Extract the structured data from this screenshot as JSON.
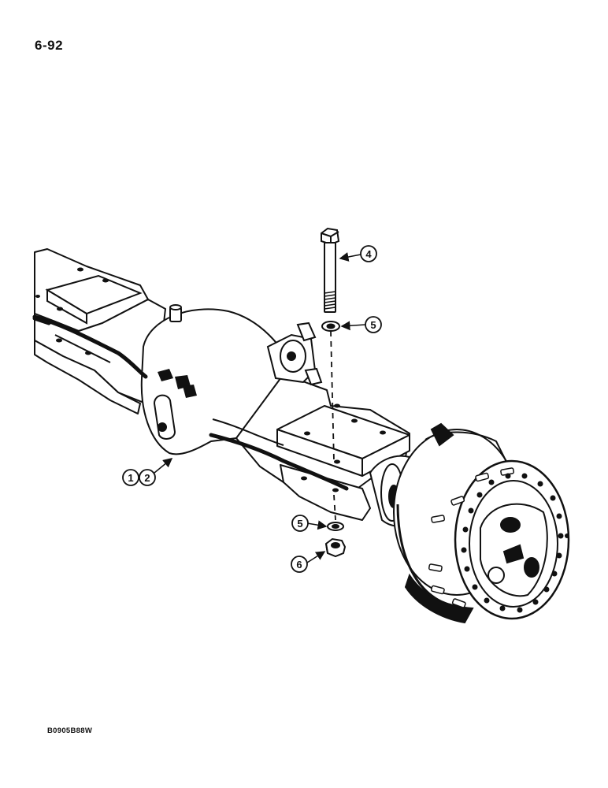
{
  "page_number": "6-92",
  "figure_code": "B0905B88W",
  "callouts": [
    {
      "id": "1",
      "label": "1"
    },
    {
      "id": "2",
      "label": "2"
    },
    {
      "id": "4",
      "label": "4"
    },
    {
      "id": "5a",
      "label": "5"
    },
    {
      "id": "5b",
      "label": "5"
    },
    {
      "id": "6",
      "label": "6"
    }
  ]
}
